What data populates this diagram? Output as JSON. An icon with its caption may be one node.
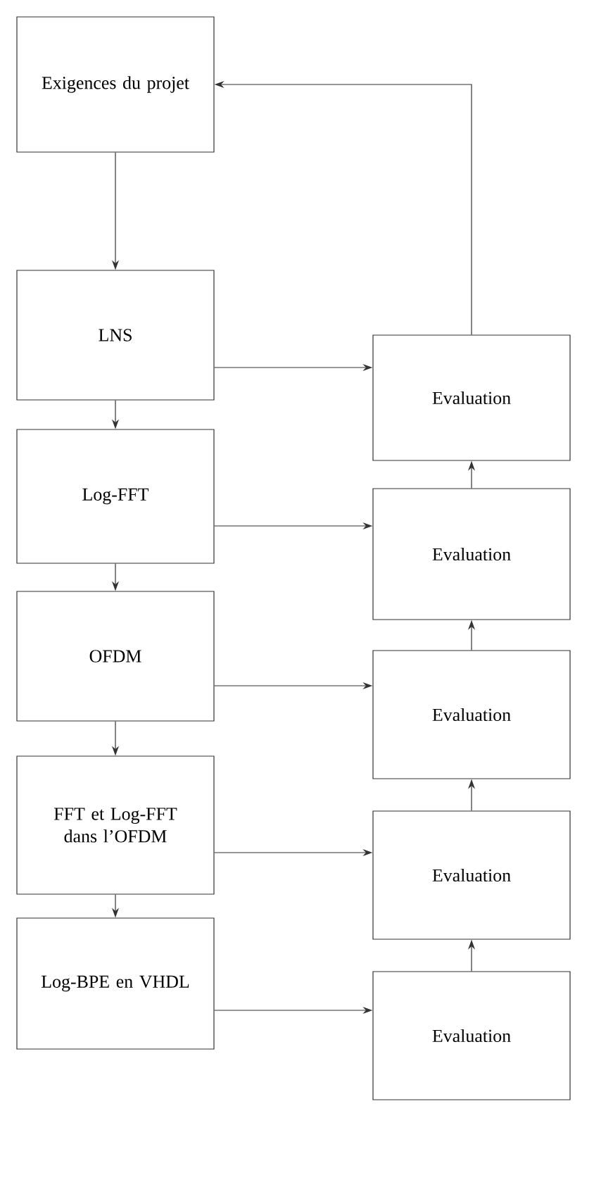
{
  "diagram": {
    "nodes": [
      {
        "text": [
          "Exigences du projet"
        ]
      },
      {
        "text": [
          "LNS"
        ]
      },
      {
        "text": [
          "Log-FFT"
        ]
      },
      {
        "text": [
          "OFDM"
        ]
      },
      {
        "text": [
          "FFT et Log-FFT dans l’OFDM"
        ]
      },
      {
        "text": [
          "Log-BPE en VHDL"
        ]
      },
      {
        "text": [
          "Evaluation"
        ]
      },
      {
        "text": [
          "Evaluation"
        ]
      },
      {
        "text": [
          "Evaluation"
        ]
      },
      {
        "text": [
          "Evaluation"
        ]
      },
      {
        "text": [
          "Evaluation"
        ]
      }
    ],
    "edges": [
      {
        "from": 0,
        "to": 1,
        "arrow": "to"
      },
      {
        "from": 1,
        "to": 2,
        "arrow": "to"
      },
      {
        "from": 2,
        "to": 3,
        "arrow": "to"
      },
      {
        "from": 3,
        "to": 4,
        "arrow": "to"
      },
      {
        "from": 4,
        "to": 5,
        "arrow": "to"
      },
      {
        "from": 1,
        "to": 6,
        "arrow": "to"
      },
      {
        "from": 2,
        "to": 7,
        "arrow": "to"
      },
      {
        "from": 3,
        "to": 8,
        "arrow": "to"
      },
      {
        "from": 4,
        "to": 9,
        "arrow": "to"
      },
      {
        "from": 5,
        "to": 10,
        "arrow": "to"
      },
      {
        "from": 10,
        "to": 9,
        "arrow": "to"
      },
      {
        "from": 9,
        "to": 8,
        "arrow": "to"
      },
      {
        "from": 8,
        "to": 7,
        "arrow": "to"
      },
      {
        "from": 7,
        "to": 6,
        "arrow": "to"
      },
      {
        "from": 6,
        "to": 0,
        "arrow": "to"
      }
    ]
  }
}
